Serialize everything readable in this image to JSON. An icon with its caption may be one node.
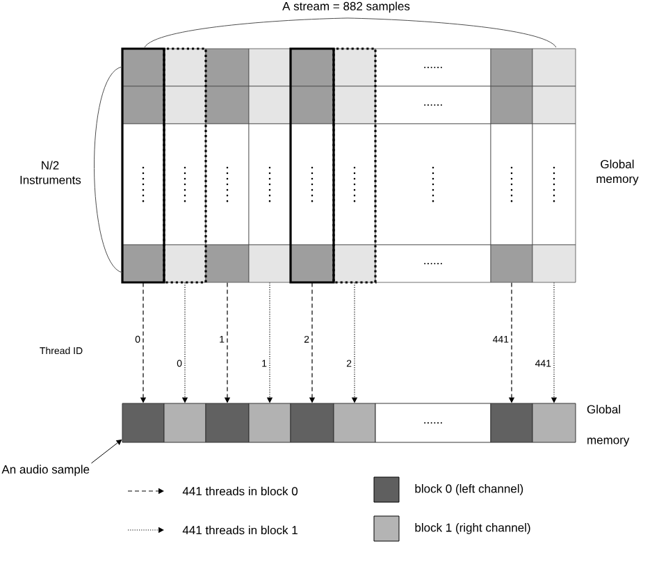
{
  "diagram": {
    "nodes": [
      {
        "text": [],
        "shape": "box"
      },
      {
        "text": [],
        "shape": "box"
      },
      {
        "text": [],
        "shape": "box"
      },
      {
        "text": [],
        "shape": "box"
      },
      {
        "text": [],
        "shape": "box"
      },
      {
        "text": [],
        "shape": "box"
      },
      {
        "text": [
          "......"
        ]
      },
      {
        "text": [],
        "shape": "box"
      },
      {
        "text": [],
        "shape": "box"
      },
      {
        "text": [],
        "shape": "box"
      },
      {
        "text": [],
        "shape": "box"
      },
      {
        "text": [],
        "shape": "box"
      },
      {
        "text": [],
        "shape": "box"
      },
      {
        "text": [],
        "shape": "box"
      },
      {
        "text": [],
        "shape": "box"
      },
      {
        "text": [
          "......"
        ]
      },
      {
        "text": [],
        "shape": "box"
      },
      {
        "text": [],
        "shape": "box"
      },
      {
        "text": [],
        "shape": "box"
      },
      {
        "text": [],
        "shape": "box"
      },
      {
        "text": [],
        "shape": "box"
      },
      {
        "text": [],
        "shape": "box"
      },
      {
        "text": [],
        "shape": "box"
      },
      {
        "text": [],
        "shape": "box"
      },
      {
        "text": [],
        "shape": "box"
      },
      {
        "text": [],
        "shape": "box"
      },
      {
        "text": [],
        "shape": "box"
      },
      {
        "text": [],
        "shape": "box"
      },
      {
        "text": [],
        "shape": "box"
      },
      {
        "text": [],
        "shape": "box"
      },
      {
        "text": [],
        "shape": "box"
      },
      {
        "text": [],
        "shape": "box"
      },
      {
        "text": [],
        "shape": "box"
      },
      {
        "text": [
          "......"
        ]
      },
      {
        "text": [],
        "shape": "box"
      },
      {
        "text": [],
        "shape": "box"
      },
      {
        "text": [],
        "shape": "box"
      },
      {
        "text": [],
        "shape": "box"
      },
      {
        "text": [],
        "shape": "box"
      },
      {
        "text": [],
        "shape": "box"
      },
      {
        "text": [],
        "shape": "box"
      },
      {
        "text": [],
        "shape": "box"
      },
      {
        "text": [
          "......"
        ]
      },
      {
        "text": [],
        "shape": "box"
      },
      {
        "text": [],
        "shape": "box"
      },
      {
        "text": [
          "An audio sample"
        ]
      }
    ],
    "edges": [
      {
        "from": 27,
        "to": 36,
        "arrow": "to",
        "label": "0",
        "style": "dashed"
      },
      {
        "from": 28,
        "to": 37,
        "arrow": "to",
        "label": "0",
        "style": "dashed"
      },
      {
        "from": 29,
        "to": 38,
        "arrow": "to",
        "label": "1",
        "style": "dashed"
      },
      {
        "from": 30,
        "to": 39,
        "arrow": "to",
        "label": "1",
        "style": "dashed"
      },
      {
        "from": 31,
        "to": 40,
        "arrow": "to",
        "label": "2",
        "style": "dashed"
      },
      {
        "from": 32,
        "to": 41,
        "arrow": "to",
        "label": "2",
        "style": "dashed"
      },
      {
        "from": 34,
        "to": 43,
        "arrow": "to",
        "label": "441",
        "style": "dashed"
      },
      {
        "from": 35,
        "to": 44,
        "arrow": "to",
        "label": "441",
        "style": "dashed"
      },
      {
        "from": 45,
        "to": 36,
        "arrow": "to"
      }
    ],
    "labels": [
      "A stream = 882 samples",
      "N/2 Instruments",
      "Global memory",
      "Thread ID",
      "Global memory"
    ],
    "legend": [
      {
        "text": "441 threads in block 0"
      },
      {
        "text": "441 threads in block 1"
      },
      {
        "text": "block 0 (left channel)",
        "color": "#5f5f5f"
      },
      {
        "text": "block 1 (right channel)",
        "color": "#b4b4b4"
      }
    ]
  }
}
